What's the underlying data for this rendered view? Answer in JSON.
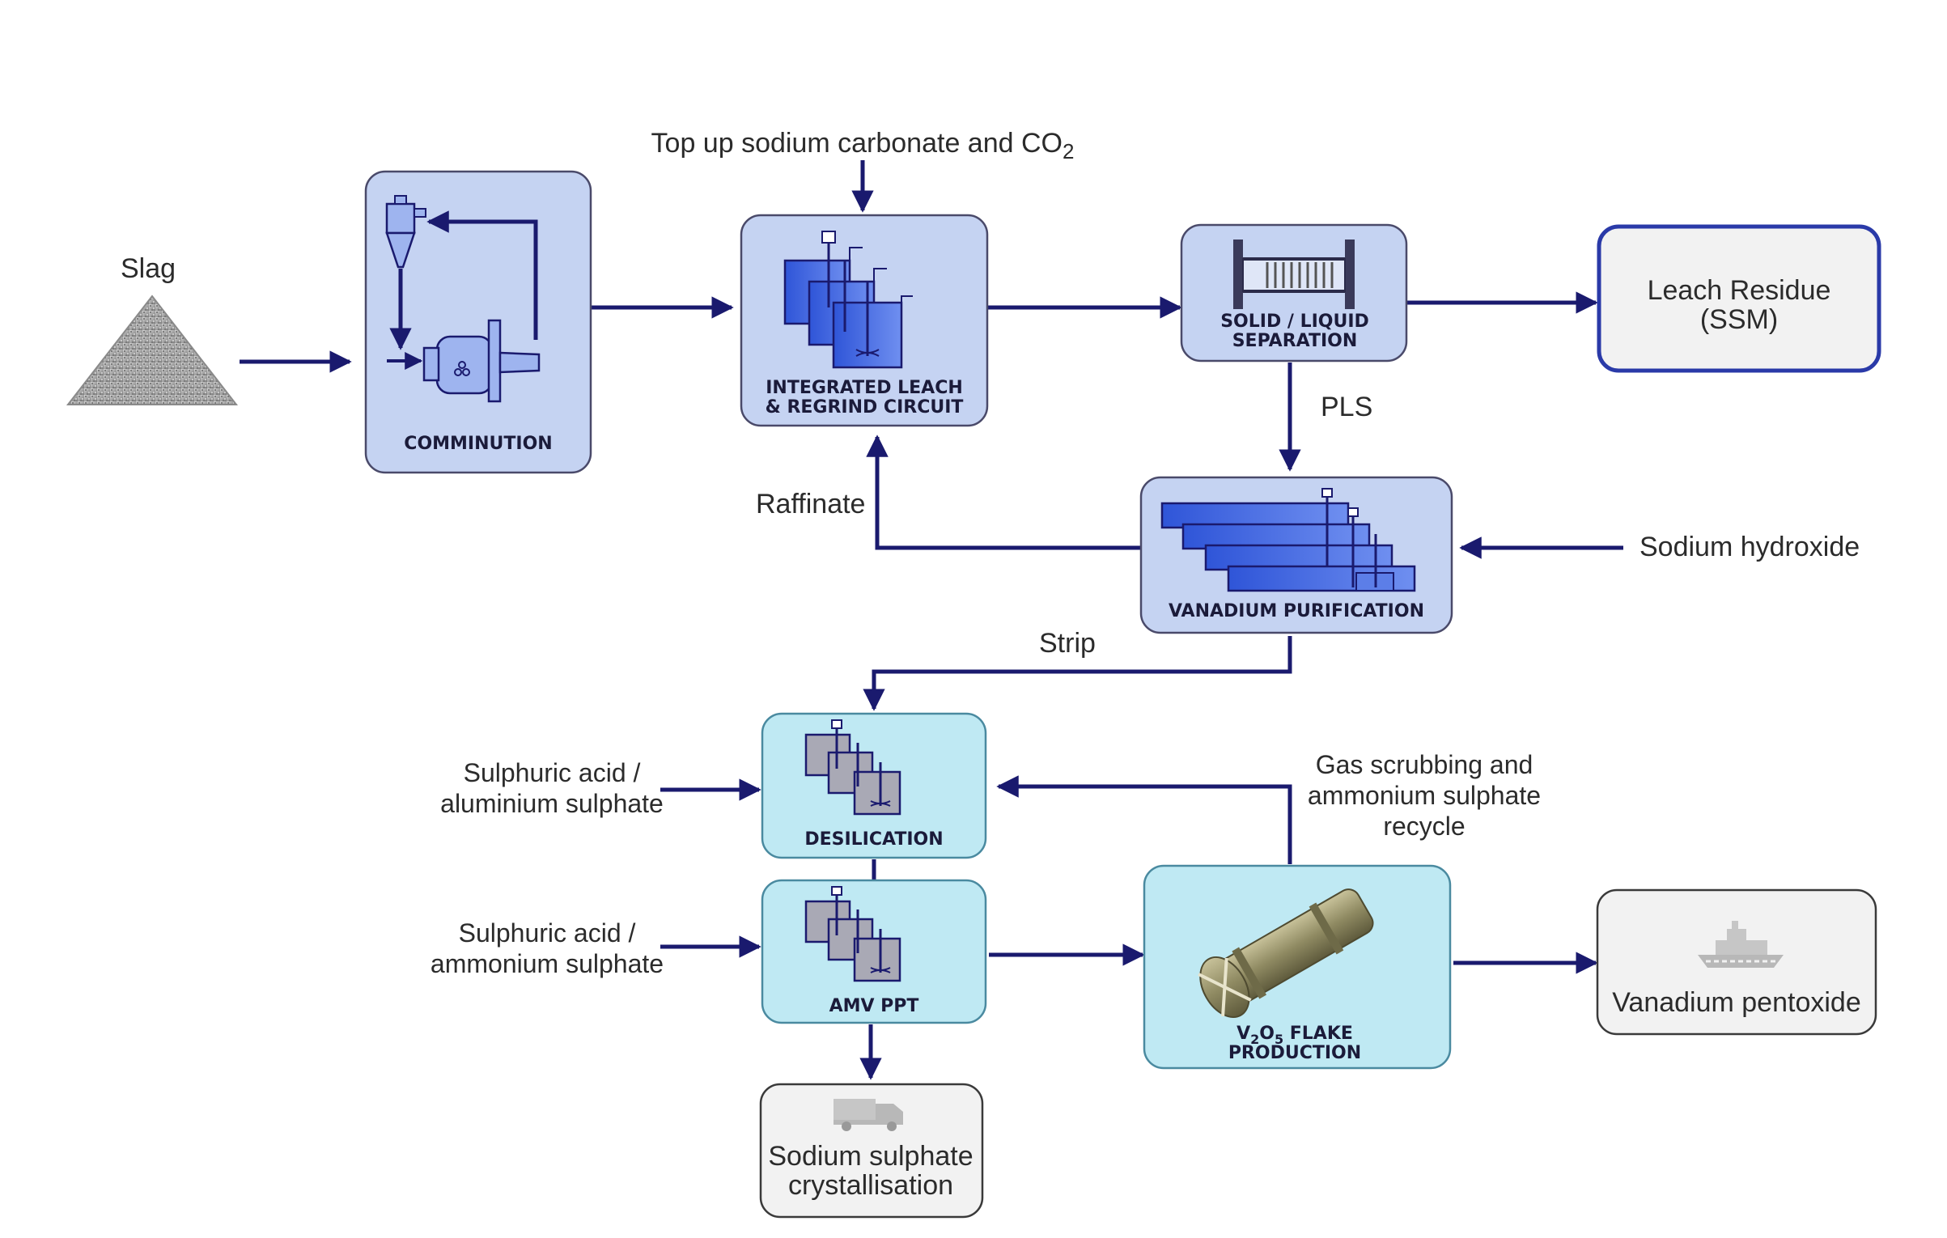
{
  "labels": {
    "slag": "Slag",
    "top_up": "Top up sodium carbonate and CO",
    "top_up_sub": "2",
    "pls": "PLS",
    "raffinate": "Raffinate",
    "sodium_hydroxide": "Sodium hydroxide",
    "strip": "Strip",
    "sulphuric_1_line1": "Sulphuric acid /",
    "sulphuric_1_line2": "aluminium sulphate",
    "sulphuric_2_line1": "Sulphuric acid /",
    "sulphuric_2_line2": "ammonium sulphate",
    "gas_line1": "Gas scrubbing and",
    "gas_line2": "ammonium sulphate",
    "gas_line3": "recycle"
  },
  "units": {
    "comminution": "COMMINUTION",
    "leach_line1": "INTEGRATED LEACH",
    "leach_line2": "& REGRIND CIRCUIT",
    "sls_line1": "SOLID / LIQUID",
    "sls_line2": "SEPARATION",
    "purification": "VANADIUM PURIFICATION",
    "desilication": "DESILICATION",
    "amv": "AMV PPT",
    "flake_v": "V",
    "flake_sub2": "2",
    "flake_o": "O",
    "flake_sub5": "5",
    "flake_rest": " FLAKE",
    "flake_line2": "PRODUCTION"
  },
  "outputs": {
    "leach_residue_line1": "Leach Residue",
    "leach_residue_line2": "(SSM)",
    "vanadium_pentoxide": "Vanadium pentoxide",
    "sodium_sulphate_line1": "Sodium sulphate",
    "sodium_sulphate_line2": "crystallisation"
  },
  "icons": [
    "slag-pile-icon",
    "mill-cyclone-icon",
    "leach-tanks-icon",
    "filter-press-icon",
    "settler-tanks-icon",
    "agitated-tanks-icon",
    "kiln-icon",
    "ship-icon",
    "truck-icon"
  ],
  "colors": {
    "flow": "#1a1a6e",
    "unit_blue": "#c5d3f2",
    "unit_cyan": "#bfe9f3",
    "output_grey": "#f2f2f2",
    "residue_border": "#2a3aa8"
  }
}
